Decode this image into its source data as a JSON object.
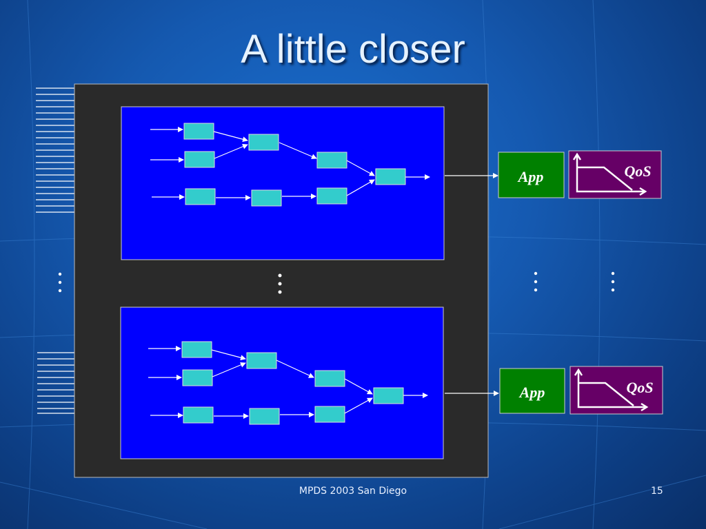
{
  "slide": {
    "title": "A little closer",
    "footer_text": "MPDS 2003 San Diego",
    "page_number": "15"
  },
  "diagram": {
    "apps": [
      {
        "label": "App"
      },
      {
        "label": "App"
      }
    ],
    "qos": [
      {
        "label": "QoS"
      },
      {
        "label": "QoS"
      }
    ],
    "colors": {
      "outer_panel": "#2a2a2a",
      "network_box": "#0000ff",
      "node_box": "#33cccc",
      "app_box": "#008000",
      "qos_box": "#660066",
      "arrow": "#ffffff"
    }
  }
}
